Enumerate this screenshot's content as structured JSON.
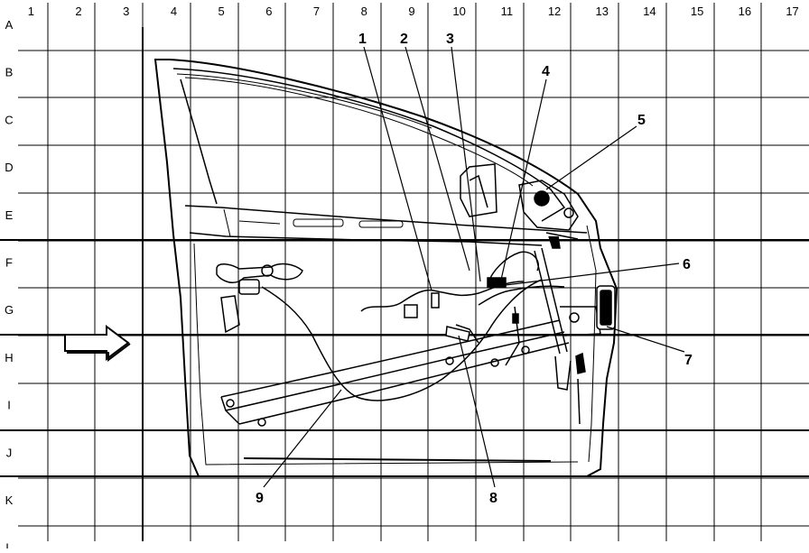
{
  "grid": {
    "columns": [
      "1",
      "2",
      "3",
      "4",
      "5",
      "6",
      "7",
      "8",
      "9",
      "10",
      "11",
      "12",
      "13",
      "14",
      "15",
      "16",
      "17"
    ],
    "rows": [
      "A",
      "B",
      "C",
      "D",
      "E",
      "F",
      "G",
      "H",
      "I",
      "J",
      "K",
      "L"
    ]
  },
  "callouts": [
    {
      "label": "1"
    },
    {
      "label": "2"
    },
    {
      "label": "3"
    },
    {
      "label": "4"
    },
    {
      "label": "5"
    },
    {
      "label": "6"
    },
    {
      "label": "7"
    },
    {
      "label": "8"
    },
    {
      "label": "9"
    }
  ],
  "front_arrow": {
    "icon": "front-direction-arrow-icon"
  },
  "colors": {
    "line": "#000000",
    "background": "#ffffff"
  }
}
